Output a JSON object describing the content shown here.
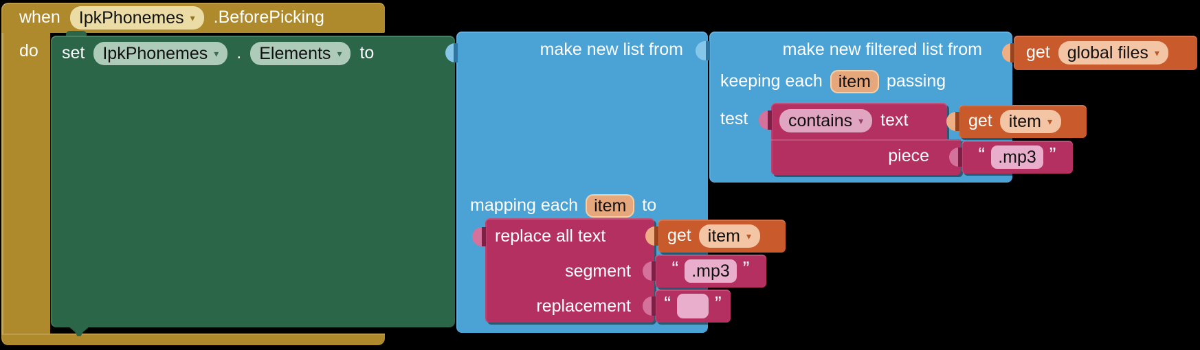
{
  "ui": {
    "dropdown_arrow": "▾",
    "open_quote": "“",
    "close_quote": "”"
  },
  "colors": {
    "event_gold": "#AE8A2D",
    "setter_green": "#2B6649",
    "list_blue": "#4AA2D5",
    "text_magenta": "#B43060",
    "variable_orange": "#C95A2B",
    "workspace_background": "#000000"
  },
  "when_block": {
    "keyword": "when",
    "component": "IpkPhonemes",
    "event": ".BeforePicking",
    "do_label": "do"
  },
  "set_block": {
    "keyword": "set",
    "component": "IpkPhonemes",
    "separator": ".",
    "property": "Elements",
    "to_label": "to"
  },
  "map_block": {
    "make_label": "make new list from",
    "mapping_prefix": "mapping each",
    "mapping_param": "item",
    "mapping_suffix": "to"
  },
  "filter_block": {
    "make_label": "make new filtered list from",
    "keeping_prefix": "keeping each",
    "keeping_param": "item",
    "keeping_suffix": "passing",
    "test_label": "test"
  },
  "get_global_files_block": {
    "keyword": "get",
    "variable": "global files"
  },
  "contains_block": {
    "operator": "contains",
    "text_label": "text",
    "piece_label": "piece"
  },
  "get_item_test_block": {
    "keyword": "get",
    "variable": "item"
  },
  "string_piece": {
    "value": ".mp3"
  },
  "replace_block": {
    "title": "replace all text",
    "segment_label": "segment",
    "replacement_label": "replacement"
  },
  "get_item_replace_block": {
    "keyword": "get",
    "variable": "item"
  },
  "string_segment": {
    "value": ".mp3"
  },
  "string_replacement": {
    "value": ""
  }
}
